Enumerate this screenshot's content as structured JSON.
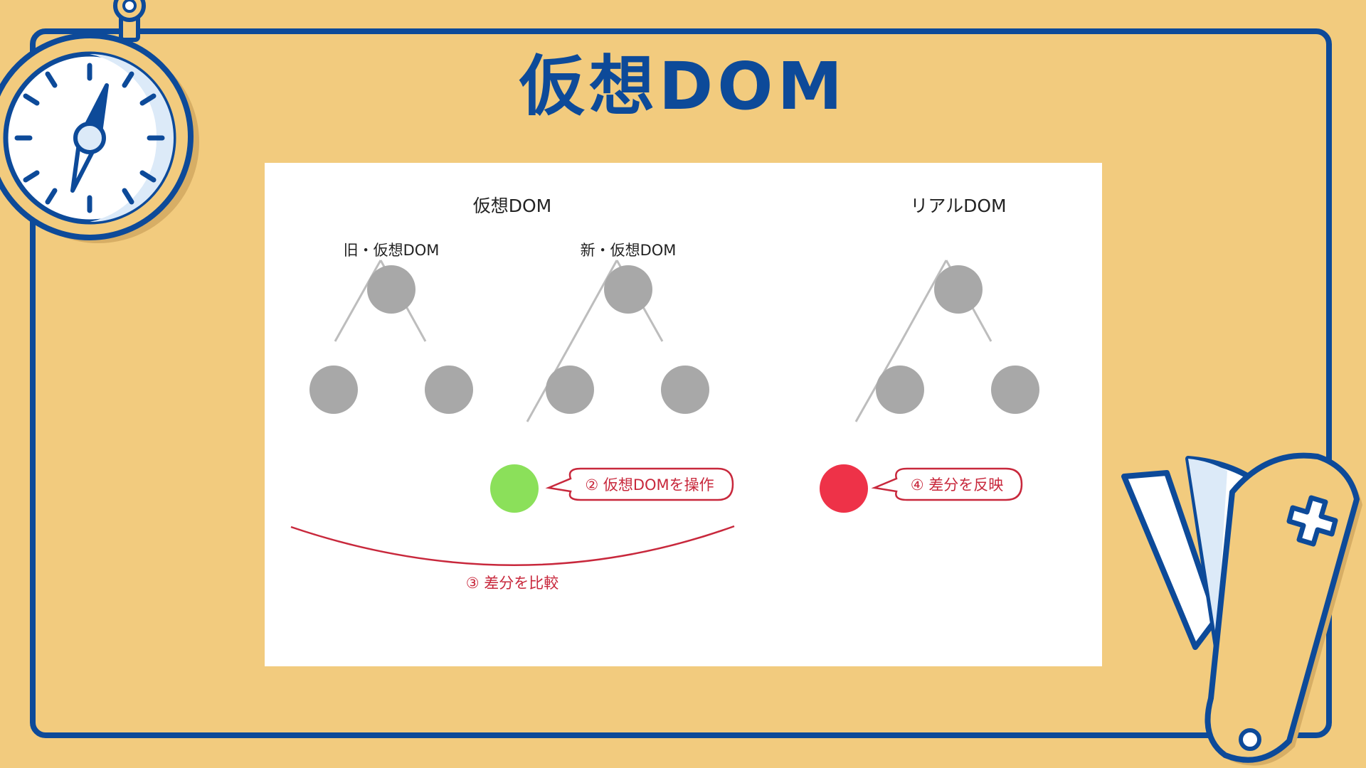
{
  "slide": {
    "title": "仮想DOM"
  },
  "diagram": {
    "virtual_dom_heading": "仮想DOM",
    "real_dom_heading": "リアルDOM",
    "old_tree_label": "旧・仮想DOM",
    "new_tree_label": "新・仮想DOM",
    "callout_operate": "② 仮想DOMを操作",
    "compare_label": "③ 差分を比較",
    "callout_reflect": "④ 差分を反映"
  },
  "colors": {
    "background": "#F2CB7E",
    "frame": "#0D4A99",
    "node_default": "#A8A8A8",
    "node_added_virtual": "#8BE05A",
    "node_changed_real": "#EE3248",
    "annotation": "#C8283C"
  },
  "icons": {
    "top_left": "stopwatch-icon",
    "bottom_right": "swiss-knife-icon"
  }
}
